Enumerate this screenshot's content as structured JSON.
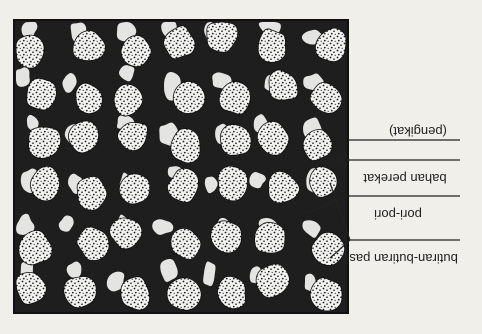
{
  "labels": [
    {
      "id": "pengikat",
      "text": "(pengikat)"
    },
    {
      "id": "bahan-perekat",
      "text": "bahan perekat"
    },
    {
      "id": "pori-pori",
      "text": "pori-pori"
    },
    {
      "id": "butiran-pasir",
      "text": "butiran-butiran pasir"
    }
  ],
  "colors": {
    "background": "#f1efea",
    "binder": "#1e1e1e",
    "pore": "#e4e4e2",
    "grain": "#f2f2f0",
    "speckle": "#1a1a1a",
    "leader": "#222222"
  }
}
